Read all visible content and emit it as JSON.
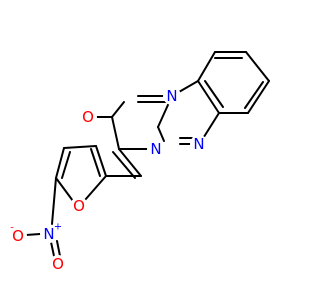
{
  "structure": {
    "atoms": {
      "n_ring": {
        "text": "N",
        "color": "#0000ff"
      },
      "o_carbonyl": {
        "text": "O",
        "color": "#ff0000"
      },
      "n_bridge": {
        "text": "N",
        "color": "#0000ff"
      },
      "n_lower": {
        "text": "N",
        "color": "#0000ff"
      },
      "o_furan": {
        "text": "O",
        "color": "#ff0000"
      },
      "n_nitro": {
        "text": "N",
        "charge": "+",
        "color": "#0000ff"
      },
      "o_nitro_left": {
        "text": "O",
        "charge": "-",
        "color": "#ff0000"
      },
      "o_nitro_bottom": {
        "text": "O",
        "color": "#ff0000"
      }
    }
  }
}
